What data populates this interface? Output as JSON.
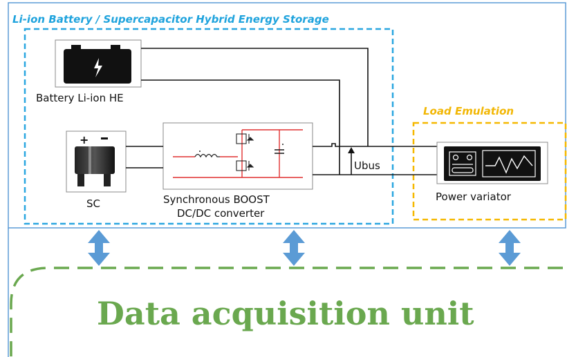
{
  "hes_title": "Li-ion Battery / Supercapacitor Hybrid Energy Storage",
  "load_title": "Load Emulation",
  "battery_label": "Battery Li-ion HE",
  "sc_label": "SC",
  "converter_label_line1": "Synchronous BOOST",
  "converter_label_line2": "DC/DC converter",
  "ubus_label": "Ubus",
  "load_label": "Power variator",
  "daq_label": "Data acquisition unit",
  "colors": {
    "hes_border": "#29a6e0",
    "load_border": "#f5b800",
    "daq_border": "#6aa84f",
    "arrow": "#5b9bd5",
    "outer_frame": "#5b9bd5",
    "circuit_red": "#e03030"
  }
}
